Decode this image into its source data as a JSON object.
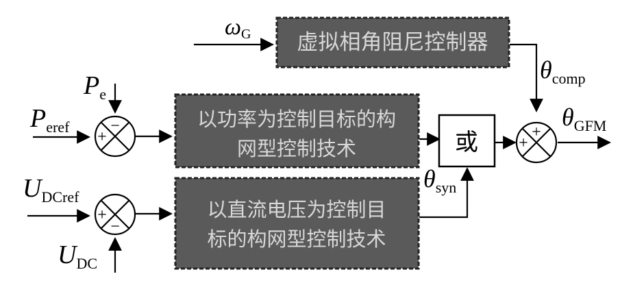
{
  "inputs": {
    "omega_g": {
      "main": "ω",
      "sub": "G"
    },
    "p_e": {
      "main": "P",
      "sub": "e"
    },
    "p_eref": {
      "main": "P",
      "sub": "eref"
    },
    "u_dcref": {
      "main": "U",
      "sub": "DCref"
    },
    "u_dc": {
      "main": "U",
      "sub": "DC"
    }
  },
  "blocks": {
    "damping_controller": "虚拟相角阻尼控制器",
    "power_control": {
      "line1": "以功率为控制目标的构",
      "line2": "网型控制技术"
    },
    "dc_voltage_control": {
      "line1": "以直流电压为控制目",
      "line2": "标的构网型控制技术"
    },
    "or_block": "或"
  },
  "signals": {
    "theta_comp": {
      "main": "θ",
      "sub": "comp"
    },
    "theta_syn": {
      "main": "θ",
      "sub": "syn"
    },
    "theta_gfm": {
      "main": "θ",
      "sub": "GFM"
    }
  },
  "sum_signs": {
    "sum1_top": "−",
    "sum1_left": "+",
    "sum2_left": "+",
    "sum2_bottom": "−",
    "sum3_top": "+",
    "sum3_left": "+"
  },
  "colors": {
    "dark_block_fill": "#5a5a5a",
    "dark_block_text": "#d8d8d8",
    "line": "#000000",
    "or_block_fill": "#ffffff"
  }
}
